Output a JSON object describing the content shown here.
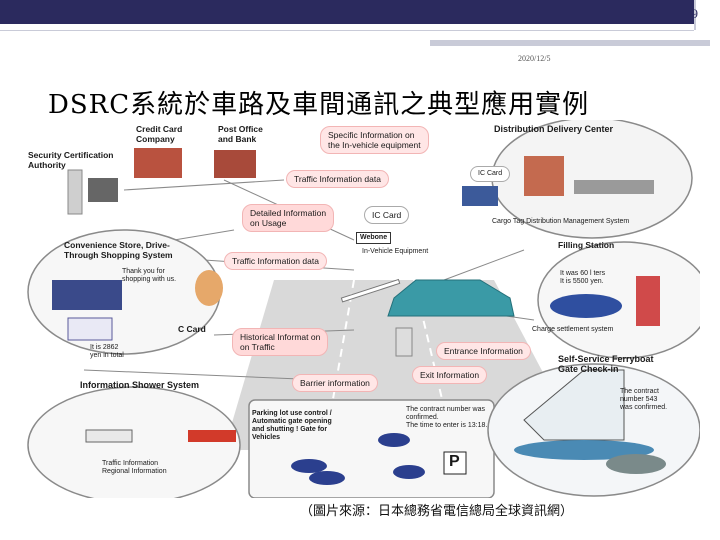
{
  "slide": {
    "page_number": "9",
    "date": "2020/12/5",
    "title": "DSRC系統於車路及車間通訊之典型應用實例",
    "source": "（圖片來源：日本總務省電信總局全球資訊網）"
  },
  "figure": {
    "credit_card_company": "Credit Card\nCompany",
    "post_office_bank": "Post Office\nand Bank",
    "specific_info": "Specific Information on\nthe In-vehicle equipment",
    "distribution_center": "Distribution Delivery Center",
    "security_authority": "Security Certification\nAuthority",
    "traffic_info_data_1": "Traffic Information data",
    "ic_card_1": "IC Card",
    "detailed_info": "Detailed Information\non Usage",
    "ic_card_2": "IC Card",
    "cargo_tag": "Cargo Tag Distribution Management System",
    "convenience_store": "Convenience Store, Drive-\nThrough Shopping System",
    "thank_you": "Thank you for\nshopping with us.",
    "traffic_info_data_2": "Traffic Information data",
    "webone": "Webone",
    "in_vehicle_equipment": "In-Vehicle Equipment",
    "filling_station": "Filling Station",
    "it_was_60_liters": "It was 60 l ters\nIt is 5500 yen.",
    "charge_settlement": "Charge settlement system",
    "c_card": "C Card",
    "it_is_2862": "It is 2862\nyen in total",
    "historical_info": "Historical  Informat on\non Traffic",
    "entrance_info": "Entrance Information",
    "self_service_ferry": "Self-Service Ferryboat\nGate Check-in",
    "information_shower": "Information Shower System",
    "barrier_info": "Barrier information",
    "exit_info": "Exit Information",
    "contract_number": "The contract\nnumber 543\nwas confirmed.",
    "parking_lot": "Parking lot use control /\nAutomatic gate opening\nand shutting ! Gate for\nVehicles",
    "contract_confirmed": "The contract number was\nconfirmed.\nThe time to enter is 13:18.",
    "traffic_regional_info": "Traffic Information\nRegional Information",
    "parking_sign": "P"
  }
}
